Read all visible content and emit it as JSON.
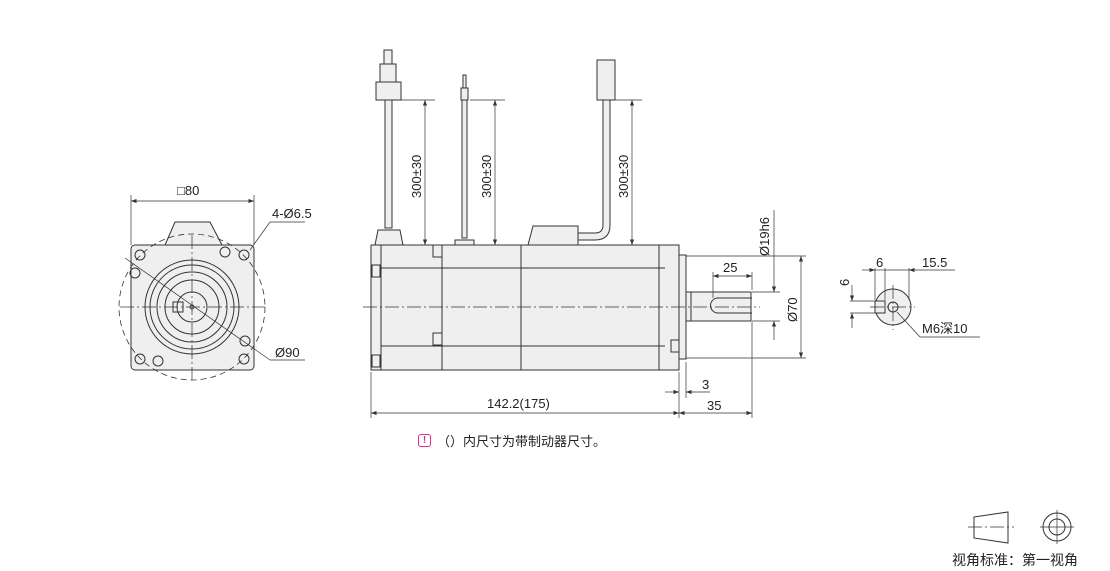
{
  "front_view": {
    "square_label": "□80",
    "holes_label": "4-Ø6.5",
    "pcd_label": "Ø90"
  },
  "side_view": {
    "cable_labels": [
      "300±30",
      "300±30",
      "300±30"
    ],
    "length_label": "142.2(175)",
    "shaft_length_label": "35",
    "flange_step_label": "3",
    "key_length_label": "25",
    "shaft_dia_label": "Ø19h6",
    "pilot_dia_label": "Ø70"
  },
  "end_view": {
    "key_width_label": "6",
    "key_height_label": "15.5",
    "key_depth_label": "6",
    "tap_label": "M6深10"
  },
  "note": {
    "icon": "warning-icon",
    "text": "（）内尺寸为带制动器尺寸。",
    "icon_color": "#d6308a"
  },
  "projection": {
    "label": "视角标准：第一视角"
  }
}
